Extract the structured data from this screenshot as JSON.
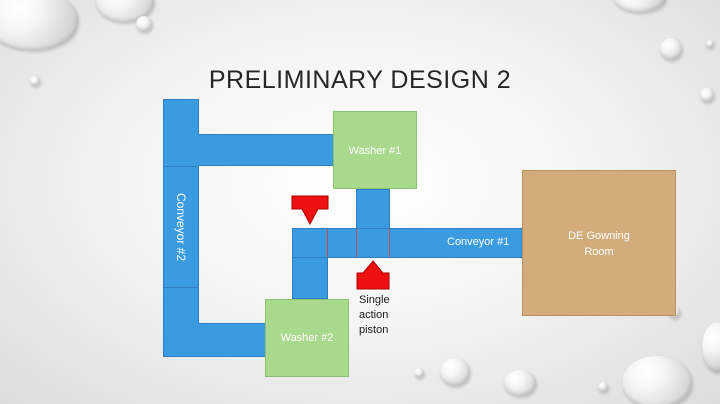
{
  "title": "PRELIMINARY DESIGN 2",
  "labels": {
    "washer1": "Washer #1",
    "washer2": "Washer #2",
    "conveyor1": "Conveyor #1",
    "conveyor2": "Conveyor #2",
    "gowning_line1": "DE Gowning",
    "gowning_line2": "Room",
    "piston_line1": "Single",
    "piston_line2": "action",
    "piston_line3": "piston"
  },
  "colors": {
    "conveyor": "#3b9be0",
    "washer": "#a9d98c",
    "gowning_room": "#d2ac7b",
    "piston": "#ee1111"
  },
  "icons": [
    "down-arrow-icon",
    "up-arrow-icon"
  ]
}
